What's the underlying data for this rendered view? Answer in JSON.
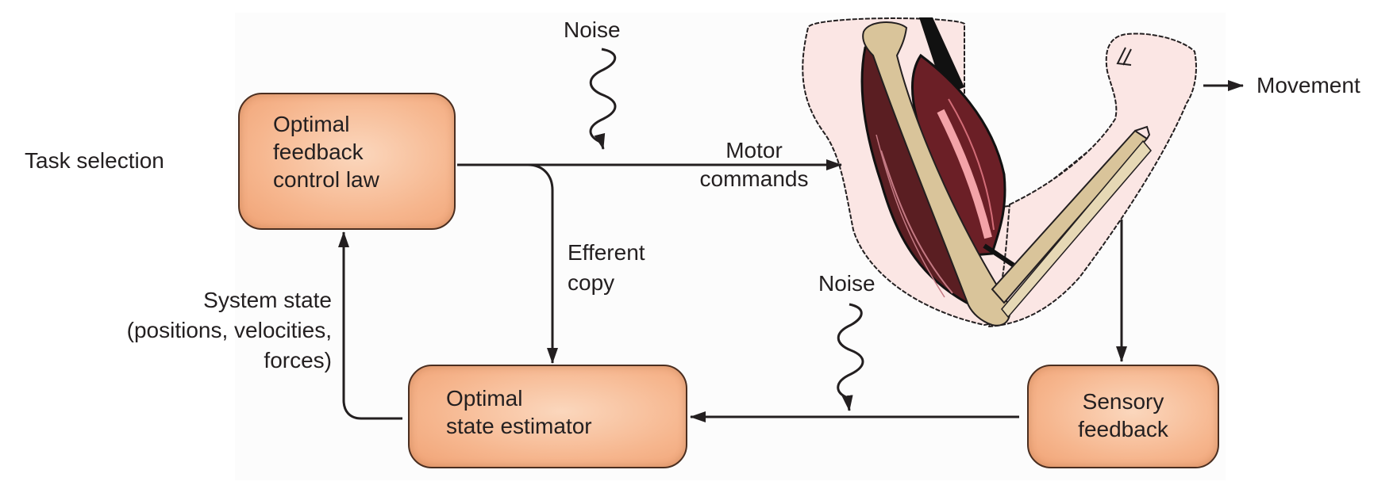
{
  "diagram": {
    "title": "Optimal feedback control loop",
    "labels": {
      "task_selection": "Task selection",
      "noise_top": "Noise",
      "noise_bottom": "Noise",
      "motor_commands_line1": "Motor",
      "motor_commands_line2": "commands",
      "movement": "Movement",
      "efferent_line1": "Efferent",
      "efferent_line2": "copy",
      "system_state_line1": "System state",
      "system_state_line2": "(positions, velocities,",
      "system_state_line3": "forces)"
    },
    "boxes": {
      "control_law": {
        "line1": "Optimal",
        "line2": "feedback",
        "line3": "control law"
      },
      "state_estimator": {
        "line1": "Optimal",
        "line2": "state estimator"
      },
      "sensory_feedback": {
        "line1": "Sensory",
        "line2": "feedback"
      }
    },
    "illustration": {
      "subject": "arm-muscle-icon"
    },
    "colors": {
      "box_fill": "#f6b68e",
      "box_border": "#4a2e20",
      "arrow": "#231f20",
      "skin": "#fbe3e0",
      "bone": "#d9c49a",
      "muscle": "#5a1e22"
    }
  }
}
